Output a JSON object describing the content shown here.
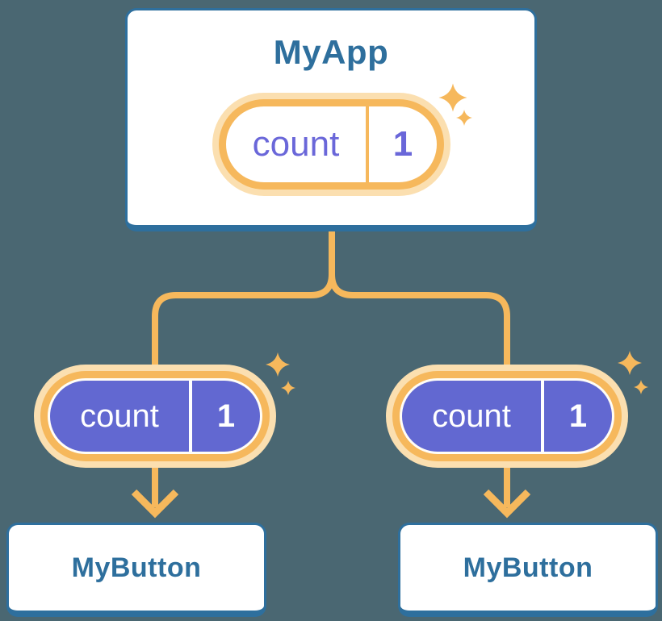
{
  "colors": {
    "background": "#4A6772",
    "card_bg": "#FFFFFF",
    "blue_border": "#2E6F9D",
    "blue_text": "#2E6F9D",
    "orange": "#F6B85C",
    "orange_halo": "#FBDFB0",
    "cream_ring": "#FFFDF7",
    "purple_fill": "#6268D1",
    "purple_text": "#6A67D9",
    "white_text": "#FFFFFF"
  },
  "tree": {
    "root": {
      "title": "MyApp",
      "pill": {
        "label": "count",
        "value": "1"
      }
    },
    "children": [
      {
        "pill": {
          "label": "count",
          "value": "1"
        },
        "title": "MyButton"
      },
      {
        "pill": {
          "label": "count",
          "value": "1"
        },
        "title": "MyButton"
      }
    ]
  },
  "icons": {
    "sparkles": "sparkles-icon",
    "down_arrow": "down-arrow-icon"
  }
}
